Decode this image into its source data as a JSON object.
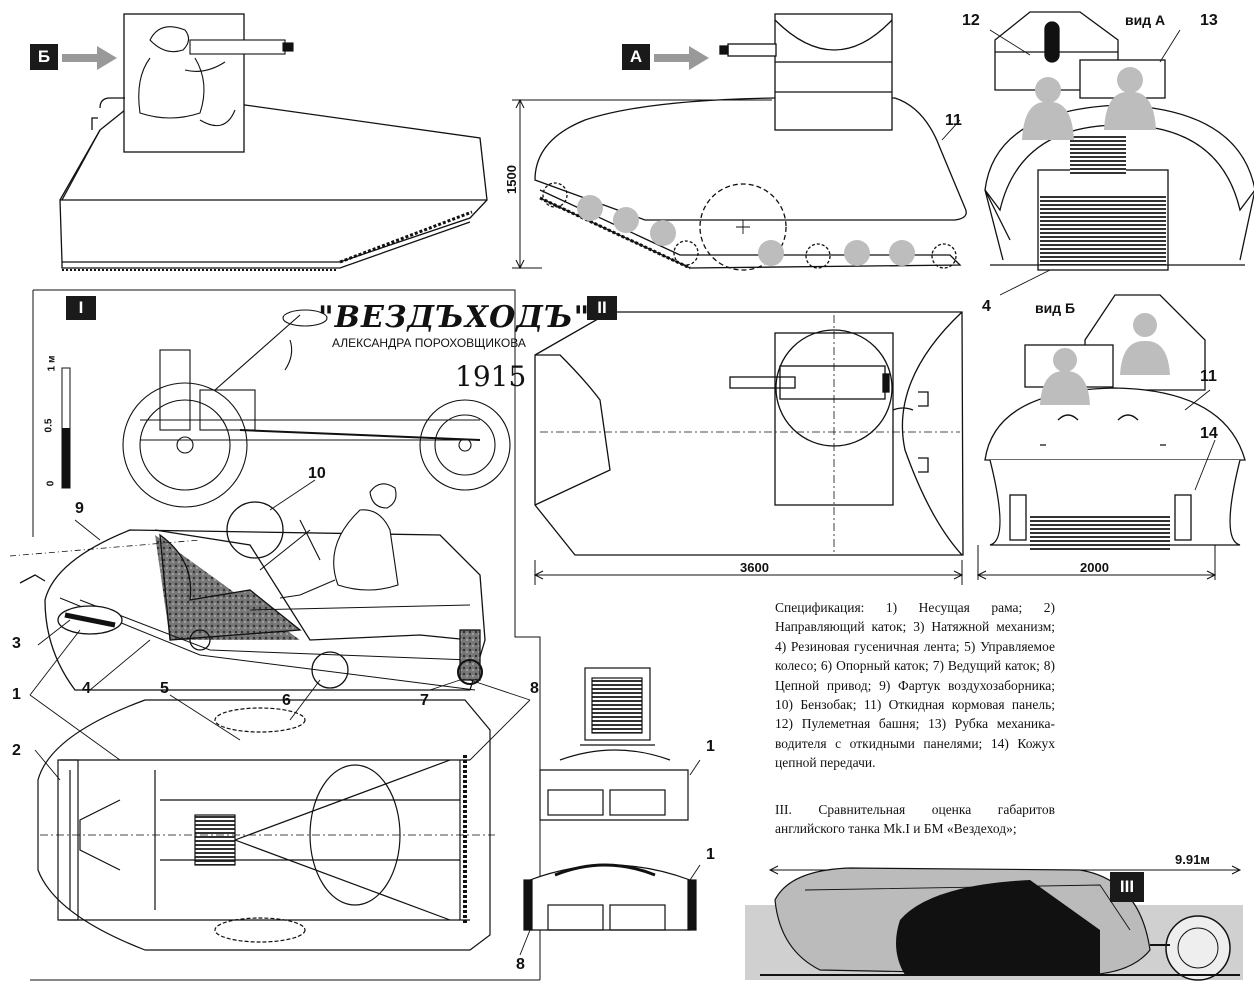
{
  "title": "\"ВЕЗДЪХОДЪ\"",
  "author": "АЛЕКСАНДРА ПОРОХОВЩИКОВА",
  "year": "1915",
  "sections": {
    "I": "I",
    "II": "II",
    "III": "III"
  },
  "view_letters": {
    "A": "А",
    "B": "Б"
  },
  "view_labels": {
    "a": "вид А",
    "b": "вид Б"
  },
  "scale_bar": {
    "top": "1 м",
    "mid": "0.5",
    "bottom": "0"
  },
  "dimensions": {
    "height": "1500",
    "length": "3600",
    "width": "2000",
    "mk1_length": "9.91м"
  },
  "callouts": [
    "1",
    "2",
    "3",
    "4",
    "5",
    "6",
    "7",
    "8",
    "9",
    "10",
    "11",
    "12",
    "13",
    "14"
  ],
  "spec_text": "Спецификация: 1) Несущая рама; 2) Направляющий каток; 3) Натяжной механизм; 4) Резиновая гусеничная лента; 5) Управляемое колесо; 6) Опорный каток; 7) Ведущий каток; 8) Цепной привод; 9) Фартук воздухозаборника; 10) Бензобак; 11) Откидная кормовая панель; 12) Пулеметная башня; 13) Рубка механика-водителя с откидными панелями; 14) Кожух цепной передачи.",
  "compare_text": "III. Сравнительная оценка габаритов английского танка Mk.I и БМ «Вездеход»;"
}
